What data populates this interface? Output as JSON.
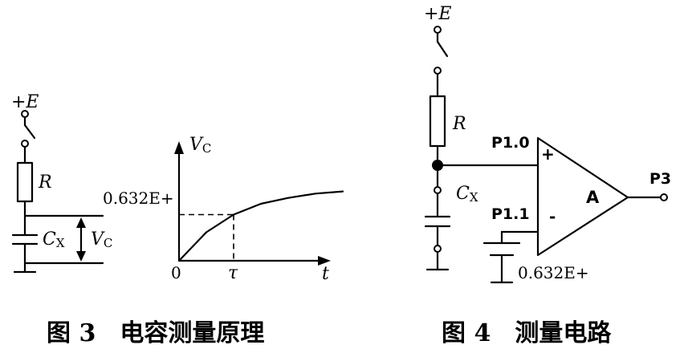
{
  "fig3": {
    "caption": "图 3　电容测量原理",
    "supply": "+E",
    "resistor": "R",
    "cap_main": "C",
    "cap_sub": "X",
    "volt_main": "V",
    "volt_sub": "C",
    "graph": {
      "y_main": "V",
      "y_sub": "C",
      "x_axis": "t",
      "origin": "0",
      "level": "0.632E+",
      "tau": "τ"
    }
  },
  "fig4": {
    "caption": "图 4　测量电路",
    "supply": "+E",
    "resistor": "R",
    "cap_main": "C",
    "cap_sub": "X",
    "pin_pos": "P1.0",
    "pin_neg": "P1.1",
    "plus": "+",
    "minus": "-",
    "amp": "A",
    "out": "P3",
    "ref": "0.632E+"
  },
  "chart_data": {
    "type": "line",
    "title": "",
    "xlabel": "t",
    "ylabel": "VC",
    "x_ticks": [
      "0",
      "τ"
    ],
    "y_ticks": [
      "0.632E+"
    ],
    "series": [
      {
        "x": [
          0,
          0.5,
          1,
          1.5,
          2,
          2.5,
          3
        ],
        "y": [
          0,
          0.39,
          0.632,
          0.78,
          0.86,
          0.92,
          0.95
        ]
      }
    ],
    "marker": {
      "x": 1,
      "y": 0.632
    }
  }
}
